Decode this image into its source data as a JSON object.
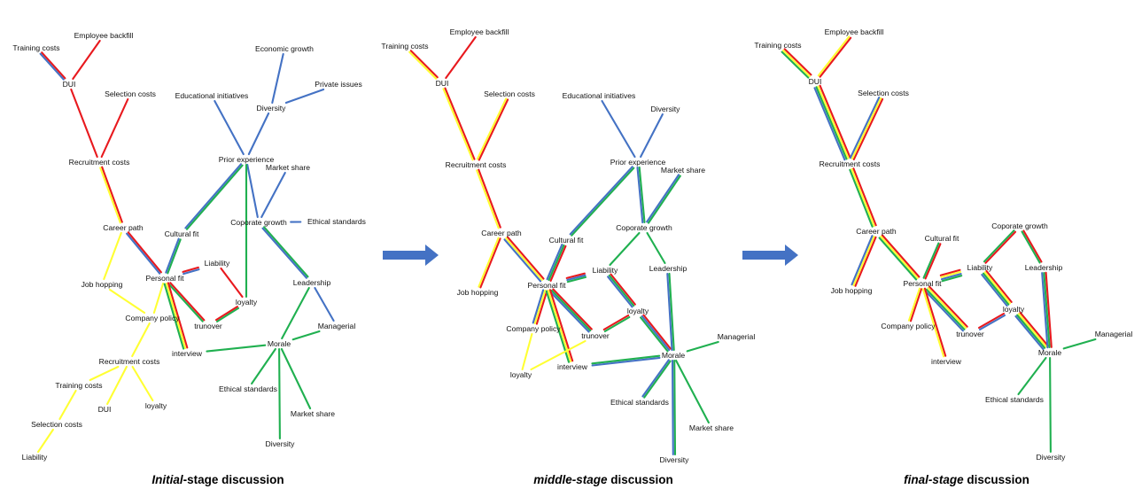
{
  "colors": {
    "red": "#e8191e",
    "yellow": "#ffff33",
    "green": "#20b050",
    "blue": "#4472c4",
    "arrow": "#4472c4"
  },
  "panels": [
    {
      "caption": {
        "emph": "Initial",
        "rest": "-stage discussion"
      },
      "nodes": [
        {
          "id": "tc",
          "label": "Training costs"
        },
        {
          "id": "eb",
          "label": "Employee backfill"
        },
        {
          "id": "dui",
          "label": "DUI"
        },
        {
          "id": "sc",
          "label": "Selection costs"
        },
        {
          "id": "rc",
          "label": "Recruitment costs"
        },
        {
          "id": "cp",
          "label": "Career path"
        },
        {
          "id": "jh",
          "label": "Job hopping"
        },
        {
          "id": "cpol",
          "label": "Company policy"
        },
        {
          "id": "rc2",
          "label": "Recruitment costs"
        },
        {
          "id": "tc2",
          "label": "Training costs"
        },
        {
          "id": "dui2",
          "label": "DUI"
        },
        {
          "id": "loy2",
          "label": "loyalty"
        },
        {
          "id": "sc2",
          "label": "Selection costs"
        },
        {
          "id": "lia2",
          "label": "Liability"
        },
        {
          "id": "eg",
          "label": "Economic growth"
        },
        {
          "id": "pi",
          "label": "Private issues"
        },
        {
          "id": "ei",
          "label": "Educational initiatives"
        },
        {
          "id": "div",
          "label": "Diversity"
        },
        {
          "id": "pe",
          "label": "Prior experience"
        },
        {
          "id": "ms",
          "label": "Market share"
        },
        {
          "id": "cg",
          "label": "Coporate growth"
        },
        {
          "id": "es",
          "label": "Ethical standards"
        },
        {
          "id": "cf",
          "label": "Cultural fit"
        },
        {
          "id": "lia",
          "label": "Liability"
        },
        {
          "id": "pf",
          "label": "Personal fit"
        },
        {
          "id": "loy",
          "label": "loyalty"
        },
        {
          "id": "trn",
          "label": "trunover"
        },
        {
          "id": "lead",
          "label": "Leadership"
        },
        {
          "id": "mgr",
          "label": "Managerial"
        },
        {
          "id": "int",
          "label": "interview"
        },
        {
          "id": "mor",
          "label": "Morale"
        },
        {
          "id": "es2",
          "label": "Ethical standards"
        },
        {
          "id": "ms2",
          "label": "Market share"
        },
        {
          "id": "div2",
          "label": "Diversity"
        }
      ],
      "edges": [
        {
          "from": "tc",
          "to": "dui",
          "colors": [
            "red",
            "blue"
          ]
        },
        {
          "from": "eb",
          "to": "dui",
          "colors": [
            "red"
          ]
        },
        {
          "from": "dui",
          "to": "rc",
          "colors": [
            "red"
          ]
        },
        {
          "from": "sc",
          "to": "rc",
          "colors": [
            "red"
          ]
        },
        {
          "from": "rc",
          "to": "cp",
          "colors": [
            "red",
            "yellow"
          ]
        },
        {
          "from": "cp",
          "to": "jh",
          "colors": [
            "yellow"
          ]
        },
        {
          "from": "cp",
          "to": "pf",
          "colors": [
            "red",
            "blue"
          ]
        },
        {
          "from": "jh",
          "to": "cpol",
          "colors": [
            "yellow"
          ]
        },
        {
          "from": "pf",
          "to": "cpol",
          "colors": [
            "yellow"
          ]
        },
        {
          "from": "cpol",
          "to": "rc2",
          "colors": [
            "yellow"
          ]
        },
        {
          "from": "rc2",
          "to": "tc2",
          "colors": [
            "yellow"
          ]
        },
        {
          "from": "rc2",
          "to": "dui2",
          "colors": [
            "yellow"
          ]
        },
        {
          "from": "rc2",
          "to": "loy2",
          "colors": [
            "yellow"
          ]
        },
        {
          "from": "tc2",
          "to": "sc2",
          "colors": [
            "yellow"
          ]
        },
        {
          "from": "sc2",
          "to": "lia2",
          "colors": [
            "yellow"
          ]
        },
        {
          "from": "eg",
          "to": "div",
          "colors": [
            "blue"
          ]
        },
        {
          "from": "pi",
          "to": "div",
          "colors": [
            "blue"
          ]
        },
        {
          "from": "div",
          "to": "pe",
          "colors": [
            "blue"
          ]
        },
        {
          "from": "ei",
          "to": "pe",
          "colors": [
            "blue"
          ]
        },
        {
          "from": "pe",
          "to": "cf",
          "colors": [
            "green",
            "blue"
          ]
        },
        {
          "from": "pe",
          "to": "cg",
          "colors": [
            "blue"
          ]
        },
        {
          "from": "ms",
          "to": "cg",
          "colors": [
            "blue"
          ]
        },
        {
          "from": "cg",
          "to": "es",
          "colors": [
            "blue"
          ]
        },
        {
          "from": "cg",
          "to": "lead",
          "colors": [
            "green",
            "blue"
          ]
        },
        {
          "from": "pe",
          "to": "loy",
          "colors": [
            "green"
          ]
        },
        {
          "from": "cf",
          "to": "pf",
          "colors": [
            "green",
            "blue"
          ]
        },
        {
          "from": "pf",
          "to": "lia",
          "colors": [
            "red",
            "blue"
          ]
        },
        {
          "from": "lia",
          "to": "loy",
          "colors": [
            "red"
          ]
        },
        {
          "from": "loy",
          "to": "trn",
          "colors": [
            "green",
            "red"
          ]
        },
        {
          "from": "pf",
          "to": "trn",
          "colors": [
            "red",
            "green"
          ]
        },
        {
          "from": "pf",
          "to": "int",
          "colors": [
            "red",
            "yellow",
            "green"
          ]
        },
        {
          "from": "int",
          "to": "mor",
          "colors": [
            "green"
          ]
        },
        {
          "from": "lead",
          "to": "mor",
          "colors": [
            "green"
          ]
        },
        {
          "from": "lead",
          "to": "mgr",
          "colors": [
            "blue"
          ]
        },
        {
          "from": "mgr",
          "to": "mor",
          "colors": [
            "green"
          ]
        },
        {
          "from": "mor",
          "to": "es2",
          "colors": [
            "green"
          ]
        },
        {
          "from": "mor",
          "to": "ms2",
          "colors": [
            "green"
          ]
        },
        {
          "from": "mor",
          "to": "div2",
          "colors": [
            "green"
          ]
        }
      ]
    },
    {
      "caption": {
        "emph": "middle-stage",
        "rest": " discussion"
      },
      "nodes": [
        {
          "id": "tc",
          "label": "Training costs"
        },
        {
          "id": "eb",
          "label": "Employee backfill"
        },
        {
          "id": "dui",
          "label": "DUI"
        },
        {
          "id": "sc",
          "label": "Selection costs"
        },
        {
          "id": "rc",
          "label": "Recruitment costs"
        },
        {
          "id": "cp",
          "label": "Career path"
        },
        {
          "id": "jh",
          "label": "Job hopping"
        },
        {
          "id": "ei",
          "label": "Educational initiatives"
        },
        {
          "id": "div",
          "label": "Diversity"
        },
        {
          "id": "pe",
          "label": "Prior experience"
        },
        {
          "id": "ms",
          "label": "Market share"
        },
        {
          "id": "cg",
          "label": "Coporate growth"
        },
        {
          "id": "cf",
          "label": "Cultural fit"
        },
        {
          "id": "lia",
          "label": "Liability"
        },
        {
          "id": "pf",
          "label": "Personal fit"
        },
        {
          "id": "lead",
          "label": "Leadership"
        },
        {
          "id": "loy",
          "label": "loyalty"
        },
        {
          "id": "cpol",
          "label": "Company policy"
        },
        {
          "id": "trn",
          "label": "trunover"
        },
        {
          "id": "mgr",
          "label": "Managerial"
        },
        {
          "id": "loy2",
          "label": "loyalty"
        },
        {
          "id": "int",
          "label": "interview"
        },
        {
          "id": "mor",
          "label": "Morale"
        },
        {
          "id": "es",
          "label": "Ethical standards"
        },
        {
          "id": "ms2",
          "label": "Market share"
        },
        {
          "id": "div2",
          "label": "Diversity"
        }
      ],
      "edges": [
        {
          "from": "tc",
          "to": "dui",
          "colors": [
            "red",
            "yellow"
          ]
        },
        {
          "from": "eb",
          "to": "dui",
          "colors": [
            "red"
          ]
        },
        {
          "from": "dui",
          "to": "rc",
          "colors": [
            "red",
            "yellow"
          ]
        },
        {
          "from": "sc",
          "to": "rc",
          "colors": [
            "red",
            "yellow"
          ]
        },
        {
          "from": "rc",
          "to": "cp",
          "colors": [
            "red",
            "yellow"
          ]
        },
        {
          "from": "cp",
          "to": "jh",
          "colors": [
            "red",
            "yellow"
          ]
        },
        {
          "from": "cp",
          "to": "pf",
          "colors": [
            "red",
            "yellow",
            "blue"
          ]
        },
        {
          "from": "ei",
          "to": "pe",
          "colors": [
            "blue"
          ]
        },
        {
          "from": "div",
          "to": "pe",
          "colors": [
            "blue"
          ]
        },
        {
          "from": "pe",
          "to": "cf",
          "colors": [
            "green",
            "blue"
          ]
        },
        {
          "from": "pe",
          "to": "cg",
          "colors": [
            "green",
            "blue"
          ]
        },
        {
          "from": "ms",
          "to": "cg",
          "colors": [
            "green",
            "blue"
          ]
        },
        {
          "from": "cg",
          "to": "lia",
          "colors": [
            "green"
          ]
        },
        {
          "from": "cg",
          "to": "lead",
          "colors": [
            "green"
          ]
        },
        {
          "from": "cf",
          "to": "pf",
          "colors": [
            "red",
            "green",
            "blue"
          ]
        },
        {
          "from": "pf",
          "to": "lia",
          "colors": [
            "red",
            "blue",
            "green"
          ]
        },
        {
          "from": "lia",
          "to": "loy",
          "colors": [
            "red",
            "green",
            "blue"
          ]
        },
        {
          "from": "loy",
          "to": "mor",
          "colors": [
            "red",
            "blue",
            "green"
          ]
        },
        {
          "from": "lead",
          "to": "mor",
          "colors": [
            "green",
            "blue"
          ]
        },
        {
          "from": "pf",
          "to": "cpol",
          "colors": [
            "red",
            "yellow",
            "blue"
          ]
        },
        {
          "from": "pf",
          "to": "trn",
          "colors": [
            "red",
            "green",
            "blue"
          ]
        },
        {
          "from": "trn",
          "to": "loy",
          "colors": [
            "red",
            "green"
          ]
        },
        {
          "from": "pf",
          "to": "int",
          "colors": [
            "red",
            "yellow",
            "green"
          ]
        },
        {
          "from": "cpol",
          "to": "loy2",
          "colors": [
            "yellow"
          ]
        },
        {
          "from": "loy2",
          "to": "trn",
          "colors": [
            "yellow"
          ]
        },
        {
          "from": "int",
          "to": "mor",
          "colors": [
            "green",
            "blue"
          ]
        },
        {
          "from": "mgr",
          "to": "mor",
          "colors": [
            "green"
          ]
        },
        {
          "from": "mor",
          "to": "es",
          "colors": [
            "green",
            "blue"
          ]
        },
        {
          "from": "mor",
          "to": "ms2",
          "colors": [
            "green"
          ]
        },
        {
          "from": "mor",
          "to": "div2",
          "colors": [
            "green",
            "blue"
          ]
        }
      ]
    },
    {
      "caption": {
        "emph": "final-stage",
        "rest": " discussion"
      },
      "nodes": [
        {
          "id": "tc",
          "label": "Training costs"
        },
        {
          "id": "eb",
          "label": "Employee backfill"
        },
        {
          "id": "dui",
          "label": "DUI"
        },
        {
          "id": "sc",
          "label": "Selection costs"
        },
        {
          "id": "rc",
          "label": "Recruitment costs"
        },
        {
          "id": "cp",
          "label": "Career path"
        },
        {
          "id": "jh",
          "label": "Job hopping"
        },
        {
          "id": "cf",
          "label": "Cultural fit"
        },
        {
          "id": "cg",
          "label": "Coporate growth"
        },
        {
          "id": "lia",
          "label": "Liability"
        },
        {
          "id": "lead",
          "label": "Leadership"
        },
        {
          "id": "pf",
          "label": "Personal fit"
        },
        {
          "id": "loy",
          "label": "loyalty"
        },
        {
          "id": "cpol",
          "label": "Company policy"
        },
        {
          "id": "trn",
          "label": "trunover"
        },
        {
          "id": "mgr",
          "label": "Managerial"
        },
        {
          "id": "int",
          "label": "interview"
        },
        {
          "id": "mor",
          "label": "Morale"
        },
        {
          "id": "es",
          "label": "Ethical standards"
        },
        {
          "id": "div",
          "label": "Diversity"
        }
      ],
      "edges": [
        {
          "from": "tc",
          "to": "dui",
          "colors": [
            "red",
            "yellow",
            "green"
          ]
        },
        {
          "from": "eb",
          "to": "dui",
          "colors": [
            "red",
            "yellow"
          ]
        },
        {
          "from": "dui",
          "to": "rc",
          "colors": [
            "red",
            "yellow",
            "green",
            "blue"
          ]
        },
        {
          "from": "sc",
          "to": "rc",
          "colors": [
            "red",
            "yellow",
            "blue"
          ]
        },
        {
          "from": "rc",
          "to": "cp",
          "colors": [
            "red",
            "yellow",
            "green"
          ]
        },
        {
          "from": "cp",
          "to": "jh",
          "colors": [
            "red",
            "yellow",
            "blue"
          ]
        },
        {
          "from": "cp",
          "to": "pf",
          "colors": [
            "red",
            "yellow",
            "green"
          ]
        },
        {
          "from": "cf",
          "to": "pf",
          "colors": [
            "red",
            "green"
          ]
        },
        {
          "from": "pf",
          "to": "lia",
          "colors": [
            "red",
            "yellow",
            "blue",
            "green"
          ]
        },
        {
          "from": "cg",
          "to": "lia",
          "colors": [
            "red",
            "green"
          ]
        },
        {
          "from": "cg",
          "to": "lead",
          "colors": [
            "red",
            "green"
          ]
        },
        {
          "from": "lia",
          "to": "loy",
          "colors": [
            "red",
            "yellow",
            "green",
            "blue"
          ]
        },
        {
          "from": "pf",
          "to": "cpol",
          "colors": [
            "red",
            "yellow"
          ]
        },
        {
          "from": "pf",
          "to": "trn",
          "colors": [
            "red",
            "yellow",
            "green",
            "blue"
          ]
        },
        {
          "from": "trn",
          "to": "loy",
          "colors": [
            "red",
            "blue"
          ]
        },
        {
          "from": "pf",
          "to": "int",
          "colors": [
            "red",
            "yellow"
          ]
        },
        {
          "from": "loy",
          "to": "mor",
          "colors": [
            "red",
            "yellow",
            "green",
            "blue"
          ]
        },
        {
          "from": "lead",
          "to": "mor",
          "colors": [
            "red",
            "green",
            "blue"
          ]
        },
        {
          "from": "mgr",
          "to": "mor",
          "colors": [
            "green"
          ]
        },
        {
          "from": "mor",
          "to": "es",
          "colors": [
            "green"
          ]
        },
        {
          "from": "mor",
          "to": "div",
          "colors": [
            "green"
          ]
        }
      ]
    }
  ]
}
